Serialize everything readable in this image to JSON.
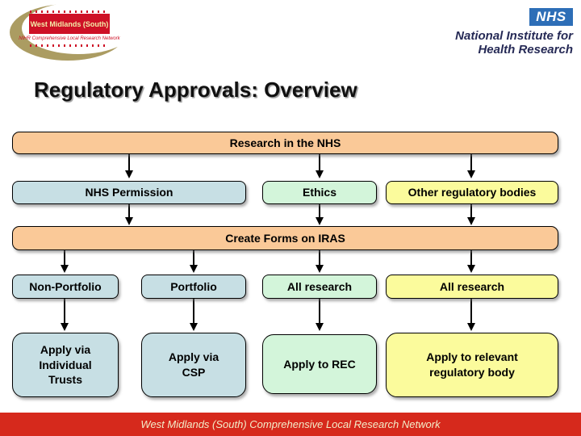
{
  "colors": {
    "peach": "#fac998",
    "blue": "#c7dfe4",
    "green": "#d3f5da",
    "yellow": "#fbfb9c",
    "logo_red": "#ce1126",
    "footer_red": "#d6291c",
    "nhs_blue": "#2d6eb7"
  },
  "logo": {
    "org": "West Midlands (South)",
    "network": "NIHR Comprehensive Local Research Network"
  },
  "nhs_logo": {
    "acronym": "NHS",
    "line1": "National Institute for",
    "line2": "Health Research"
  },
  "title": "Regulatory Approvals: Overview",
  "flowchart": {
    "research": "Research in the NHS",
    "nhs_permission": "NHS Permission",
    "ethics": "Ethics",
    "other_bodies": "Other regulatory bodies",
    "iras": "Create Forms on IRAS",
    "non_portfolio": "Non-Portfolio",
    "portfolio": "Portfolio",
    "all_research_ethics": "All research",
    "all_research_other": "All research",
    "apply_trusts": "Apply via\nIndividual\nTrusts",
    "apply_csp": "Apply via\nCSP",
    "apply_rec": "Apply to REC",
    "apply_regulatory": "Apply to relevant\nregulatory body"
  },
  "footer": "West Midlands (South) Comprehensive Local Research Network"
}
